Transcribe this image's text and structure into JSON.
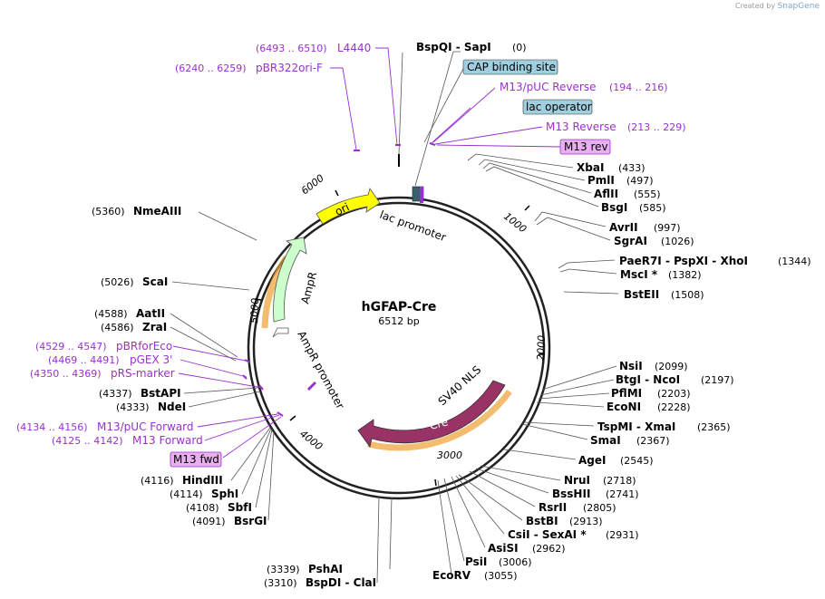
{
  "credit": {
    "prefix": "Created by",
    "brand": "SnapGene"
  },
  "plasmid": {
    "name": "hGFAP-Cre",
    "size": "6512 bp"
  },
  "ticks": [
    "1000",
    "2000",
    "3000",
    "4000",
    "5000",
    "6000"
  ],
  "features": {
    "ori": "ori",
    "ampr": "AmpR",
    "ampr_promoter": "AmpR promoter",
    "lac_promoter": "lac promoter",
    "sv40": "SV40 NLS",
    "cre": "Cre"
  },
  "boxes": {
    "cap": "CAP binding site",
    "lac_operator": "lac operator",
    "m13rev": "M13 rev",
    "m13fwd": "M13 fwd"
  },
  "primers": [
    {
      "pos": "(6493 .. 6510)",
      "name": "L4440"
    },
    {
      "pos": "(6240 .. 6259)",
      "name": "pBR322ori-F"
    },
    {
      "pos": "(194 .. 216)",
      "name": "M13/pUC Reverse"
    },
    {
      "pos": "(213 .. 229)",
      "name": "M13 Reverse"
    },
    {
      "pos": "(4529 .. 4547)",
      "name": "pBRforEco"
    },
    {
      "pos": "(4469 .. 4491)",
      "name": "pGEX 3'"
    },
    {
      "pos": "(4350 .. 4369)",
      "name": "pRS-marker"
    },
    {
      "pos": "(4134 .. 4156)",
      "name": "M13/pUC Forward"
    },
    {
      "pos": "(4125 .. 4142)",
      "name": "M13 Forward"
    }
  ],
  "sites_right": [
    {
      "names": "BspQI  -  SapI",
      "pos": "(0)"
    },
    {
      "names": "XbaI",
      "pos": "(433)"
    },
    {
      "names": "PmlI",
      "pos": "(497)"
    },
    {
      "names": "AflII",
      "pos": "(555)"
    },
    {
      "names": "BsgI",
      "pos": "(585)"
    },
    {
      "names": "AvrII",
      "pos": "(997)"
    },
    {
      "names": "SgrAI",
      "pos": "(1026)"
    },
    {
      "names": "PaeR7I  -  PspXI  -  XhoI",
      "pos": "(1344)"
    },
    {
      "names": "MscI *",
      "pos": "(1382)"
    },
    {
      "names": "BstEII",
      "pos": "(1508)"
    },
    {
      "names": "NsiI",
      "pos": "(2099)"
    },
    {
      "names": "BtgI  -  NcoI",
      "pos": "(2197)"
    },
    {
      "names": "PflMI",
      "pos": "(2203)"
    },
    {
      "names": "EcoNI",
      "pos": "(2228)"
    },
    {
      "names": "TspMI  -  XmaI",
      "pos": "(2365)"
    },
    {
      "names": "SmaI",
      "pos": "(2367)"
    },
    {
      "names": "AgeI",
      "pos": "(2545)"
    },
    {
      "names": "NruI",
      "pos": "(2718)"
    },
    {
      "names": "BssHII",
      "pos": "(2741)"
    },
    {
      "names": "RsrII",
      "pos": "(2805)"
    },
    {
      "names": "BstBI",
      "pos": "(2913)"
    },
    {
      "names": "CsiI  -  SexAI *",
      "pos": "(2931)"
    },
    {
      "names": "AsiSI",
      "pos": "(2962)"
    },
    {
      "names": "PsiI",
      "pos": "(3006)"
    },
    {
      "names": "EcoRV",
      "pos": "(3055)"
    }
  ],
  "sites_left": [
    {
      "names": "NmeAIII",
      "pos": "(5360)"
    },
    {
      "names": "ScaI",
      "pos": "(5026)"
    },
    {
      "names": "AatII",
      "pos": "(4588)"
    },
    {
      "names": "ZraI",
      "pos": "(4586)"
    },
    {
      "names": "BstAPI",
      "pos": "(4337)"
    },
    {
      "names": "NdeI",
      "pos": "(4333)"
    },
    {
      "names": "HindIII",
      "pos": "(4116)"
    },
    {
      "names": "SphI",
      "pos": "(4114)"
    },
    {
      "names": "SbfI",
      "pos": "(4108)"
    },
    {
      "names": "BsrGI",
      "pos": "(4091)"
    },
    {
      "names": "PshAI",
      "pos": "(3339)"
    },
    {
      "names": "BspDI  -  ClaI",
      "pos": "(3310)"
    }
  ],
  "colors": {
    "ori": "#ffff00",
    "ampr": "#ccffcc",
    "cre": "#993366",
    "orf": "#f0a030",
    "primer": "#9b30d0",
    "cap_box": "#a0d0e0",
    "m13_box": "#e8b0f0"
  }
}
